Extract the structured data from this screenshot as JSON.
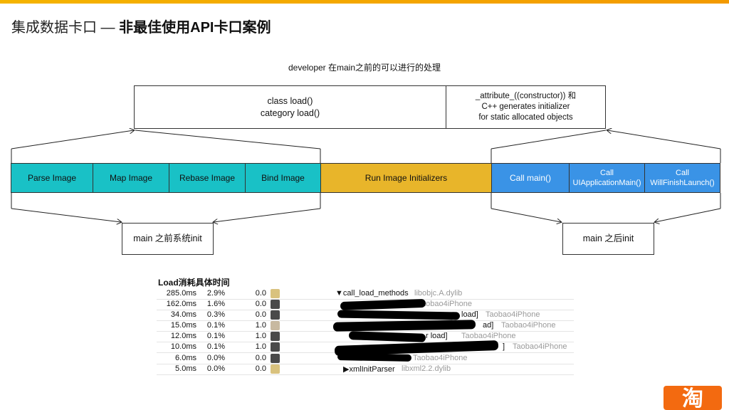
{
  "title": {
    "light": "集成数据卡口 — ",
    "bold": "非最佳使用API卡口案例"
  },
  "developer_note": "developer 在main之前的可以进行的处理",
  "top_boxes": {
    "load_methods": [
      "class load()",
      "category load()"
    ],
    "constructor_note": [
      "_attribute_((constructor)) 和",
      "C++ generates initializer",
      "for static allocated objects"
    ]
  },
  "phases": [
    {
      "label": "Parse Image",
      "color": "#19c1c6"
    },
    {
      "label": "Map Image",
      "color": "#19c1c6"
    },
    {
      "label": "Rebase Image",
      "color": "#19c1c6"
    },
    {
      "label": "Bind Image",
      "color": "#19c1c6"
    },
    {
      "label": "Run Image Initializers",
      "color": "#e8b52a"
    },
    {
      "label": "Call main()",
      "color": "#3a93e6"
    },
    {
      "label_line1": "Call",
      "label_line2": "UIApplicationMain()",
      "color": "#3a93e6"
    },
    {
      "label_line1": "Call",
      "label_line2": "WillFinishLaunch()",
      "color": "#3a93e6"
    }
  ],
  "bottom_boxes": {
    "before_main": "main 之前系统init",
    "after_main": "main 之后init"
  },
  "table": {
    "title": "Load消耗具体时间",
    "rows": [
      {
        "ms": "285.0ms",
        "pct": "2.9%",
        "self": "0.0",
        "icon": "gear-icon",
        "symbol": "▼call_load_methods",
        "lib": "libobjc.A.dylib"
      },
      {
        "ms": "162.0ms",
        "pct": "1.6%",
        "self": "0.0",
        "icon": "user-icon",
        "symbol": "",
        "lib": "aobao4iPhone"
      },
      {
        "ms": "34.0ms",
        "pct": "0.3%",
        "self": "0.0",
        "icon": "user-icon",
        "symbol": "load]",
        "lib": "Taobao4iPhone"
      },
      {
        "ms": "15.0ms",
        "pct": "0.1%",
        "self": "1.0",
        "icon": "library-icon",
        "symbol": "ad]",
        "lib": "Taobao4iPhone"
      },
      {
        "ms": "12.0ms",
        "pct": "0.1%",
        "self": "1.0",
        "icon": "user-icon",
        "symbol": "r load]",
        "lib": "Taobao4iPhone"
      },
      {
        "ms": "10.0ms",
        "pct": "0.1%",
        "self": "1.0",
        "icon": "user-icon",
        "symbol": "]",
        "lib": "Taobao4iPhone"
      },
      {
        "ms": "6.0ms",
        "pct": "0.0%",
        "self": "0.0",
        "icon": "user-icon",
        "symbol": "",
        "lib": "Taobao4iPhone"
      },
      {
        "ms": "5.0ms",
        "pct": "0.0%",
        "self": "0.0",
        "icon": "gear-icon",
        "symbol": "▶xmlInitParser",
        "lib": "libxml2.2.dylib"
      }
    ]
  },
  "logo_text": "淘"
}
